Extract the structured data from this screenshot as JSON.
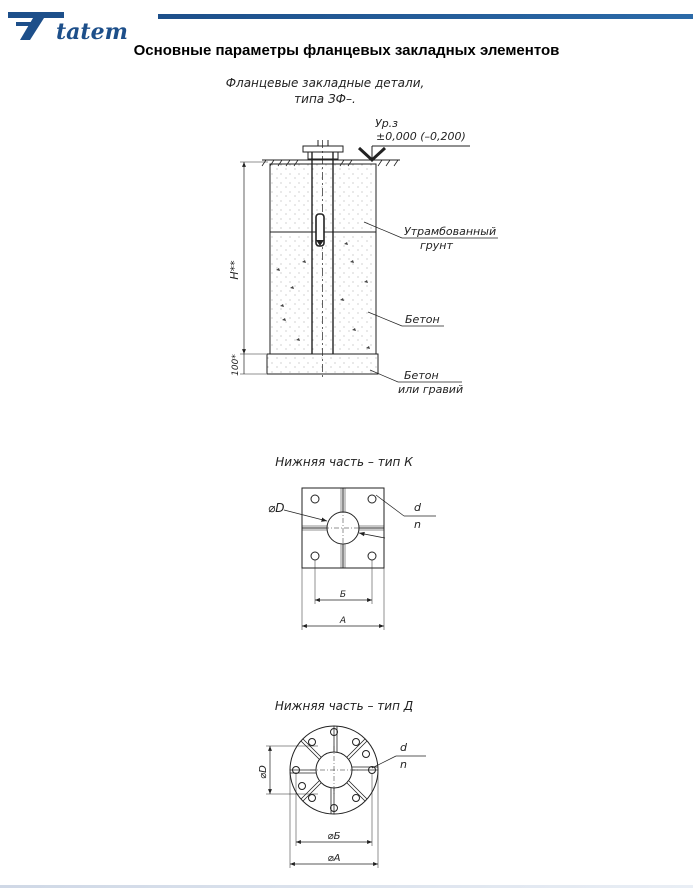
{
  "header": {
    "brand": "tatem",
    "title": "Основные параметры фланцевых закладных элементов"
  },
  "colors": {
    "brand_blue": "#1d4f8a",
    "line": "#222222"
  },
  "section_view": {
    "caption_line1": "Фланцевые закладные детали,",
    "caption_line2": "типа ЗФ–.",
    "level_label": "Ур.з",
    "level_value": "±0,000 (–0,200)",
    "dim_height": "H**",
    "dim_base": "100*",
    "label_soil_1": "Утрамбованный",
    "label_soil_2": "грунт",
    "label_concrete": "Бетон",
    "label_base_1": "Бетон",
    "label_base_2": "или гравий"
  },
  "type_k": {
    "caption": "Нижняя часть – тип К",
    "diameter": "⌀D",
    "bolt_d": "d",
    "bolt_n": "n",
    "dim_b": "Б",
    "dim_a": "А"
  },
  "type_d": {
    "caption": "Нижняя часть – тип Д",
    "diameter": "⌀D",
    "bolt_d": "d",
    "bolt_n": "n",
    "dim_b": "⌀Б",
    "dim_a": "⌀А"
  }
}
